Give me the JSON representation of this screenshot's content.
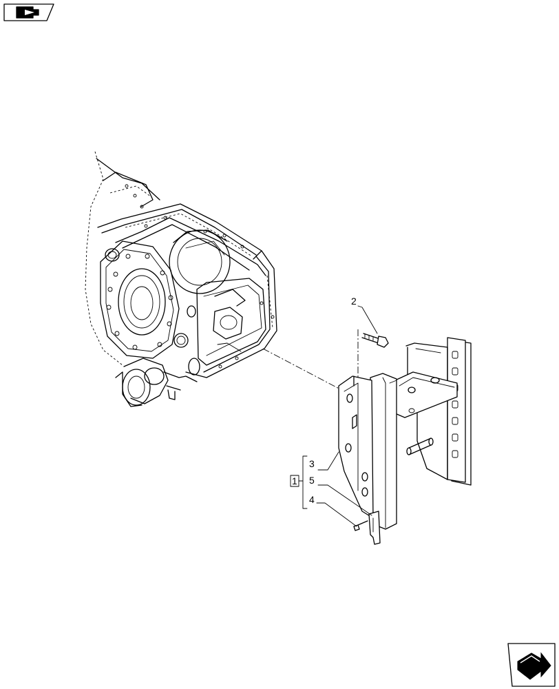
{
  "callouts": {
    "bolt": "2",
    "bracket": "3",
    "screw": "4",
    "plate": "5",
    "kit": "1"
  },
  "icons": {
    "top_left": "book-arrow-icon",
    "bottom_right": "next-page-arrow-icon"
  }
}
